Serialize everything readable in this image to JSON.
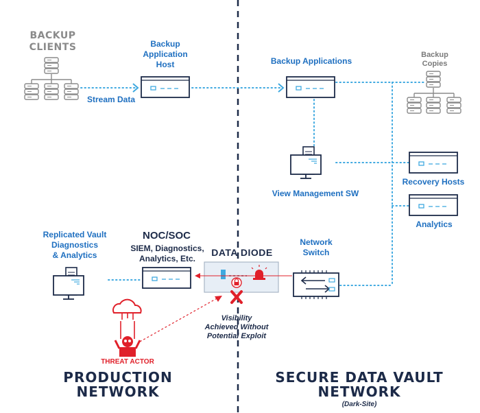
{
  "diagram": {
    "labels": {
      "backup_clients": "BACKUP\nCLIENTS",
      "backup_app_host": "Backup\nApplication\nHost",
      "stream_data": "Stream Data",
      "backup_applications": "Backup Applications",
      "backup_copies": "Backup\nCopies",
      "view_management": "View Management SW",
      "recovery_hosts": "Recovery Hosts",
      "analytics": "Analytics",
      "replicated_vault": "Replicated Vault\nDiagnostics\n& Analytics",
      "noc_soc": "NOC/SOC",
      "siem": "SIEM, Diagnostics,\nAnalytics, Etc.",
      "data_diode": "DATA DIODE",
      "network_switch": "Network\nSwitch",
      "threat_actor": "THREAT ACTOR",
      "visibility": "Visibility\nAchieved Without\nPotential Exploit",
      "production_network": "PRODUCTION\nNETWORK",
      "secure_vault": "SECURE DATA VAULT\nNETWORK",
      "dark_site": "(Dark-Site)"
    },
    "colors": {
      "navy": "#1c2a48",
      "blue": "#1e6fc0",
      "cyan": "#3fa9e0",
      "red": "#e0202a",
      "gray": "#8a8a8a"
    }
  }
}
